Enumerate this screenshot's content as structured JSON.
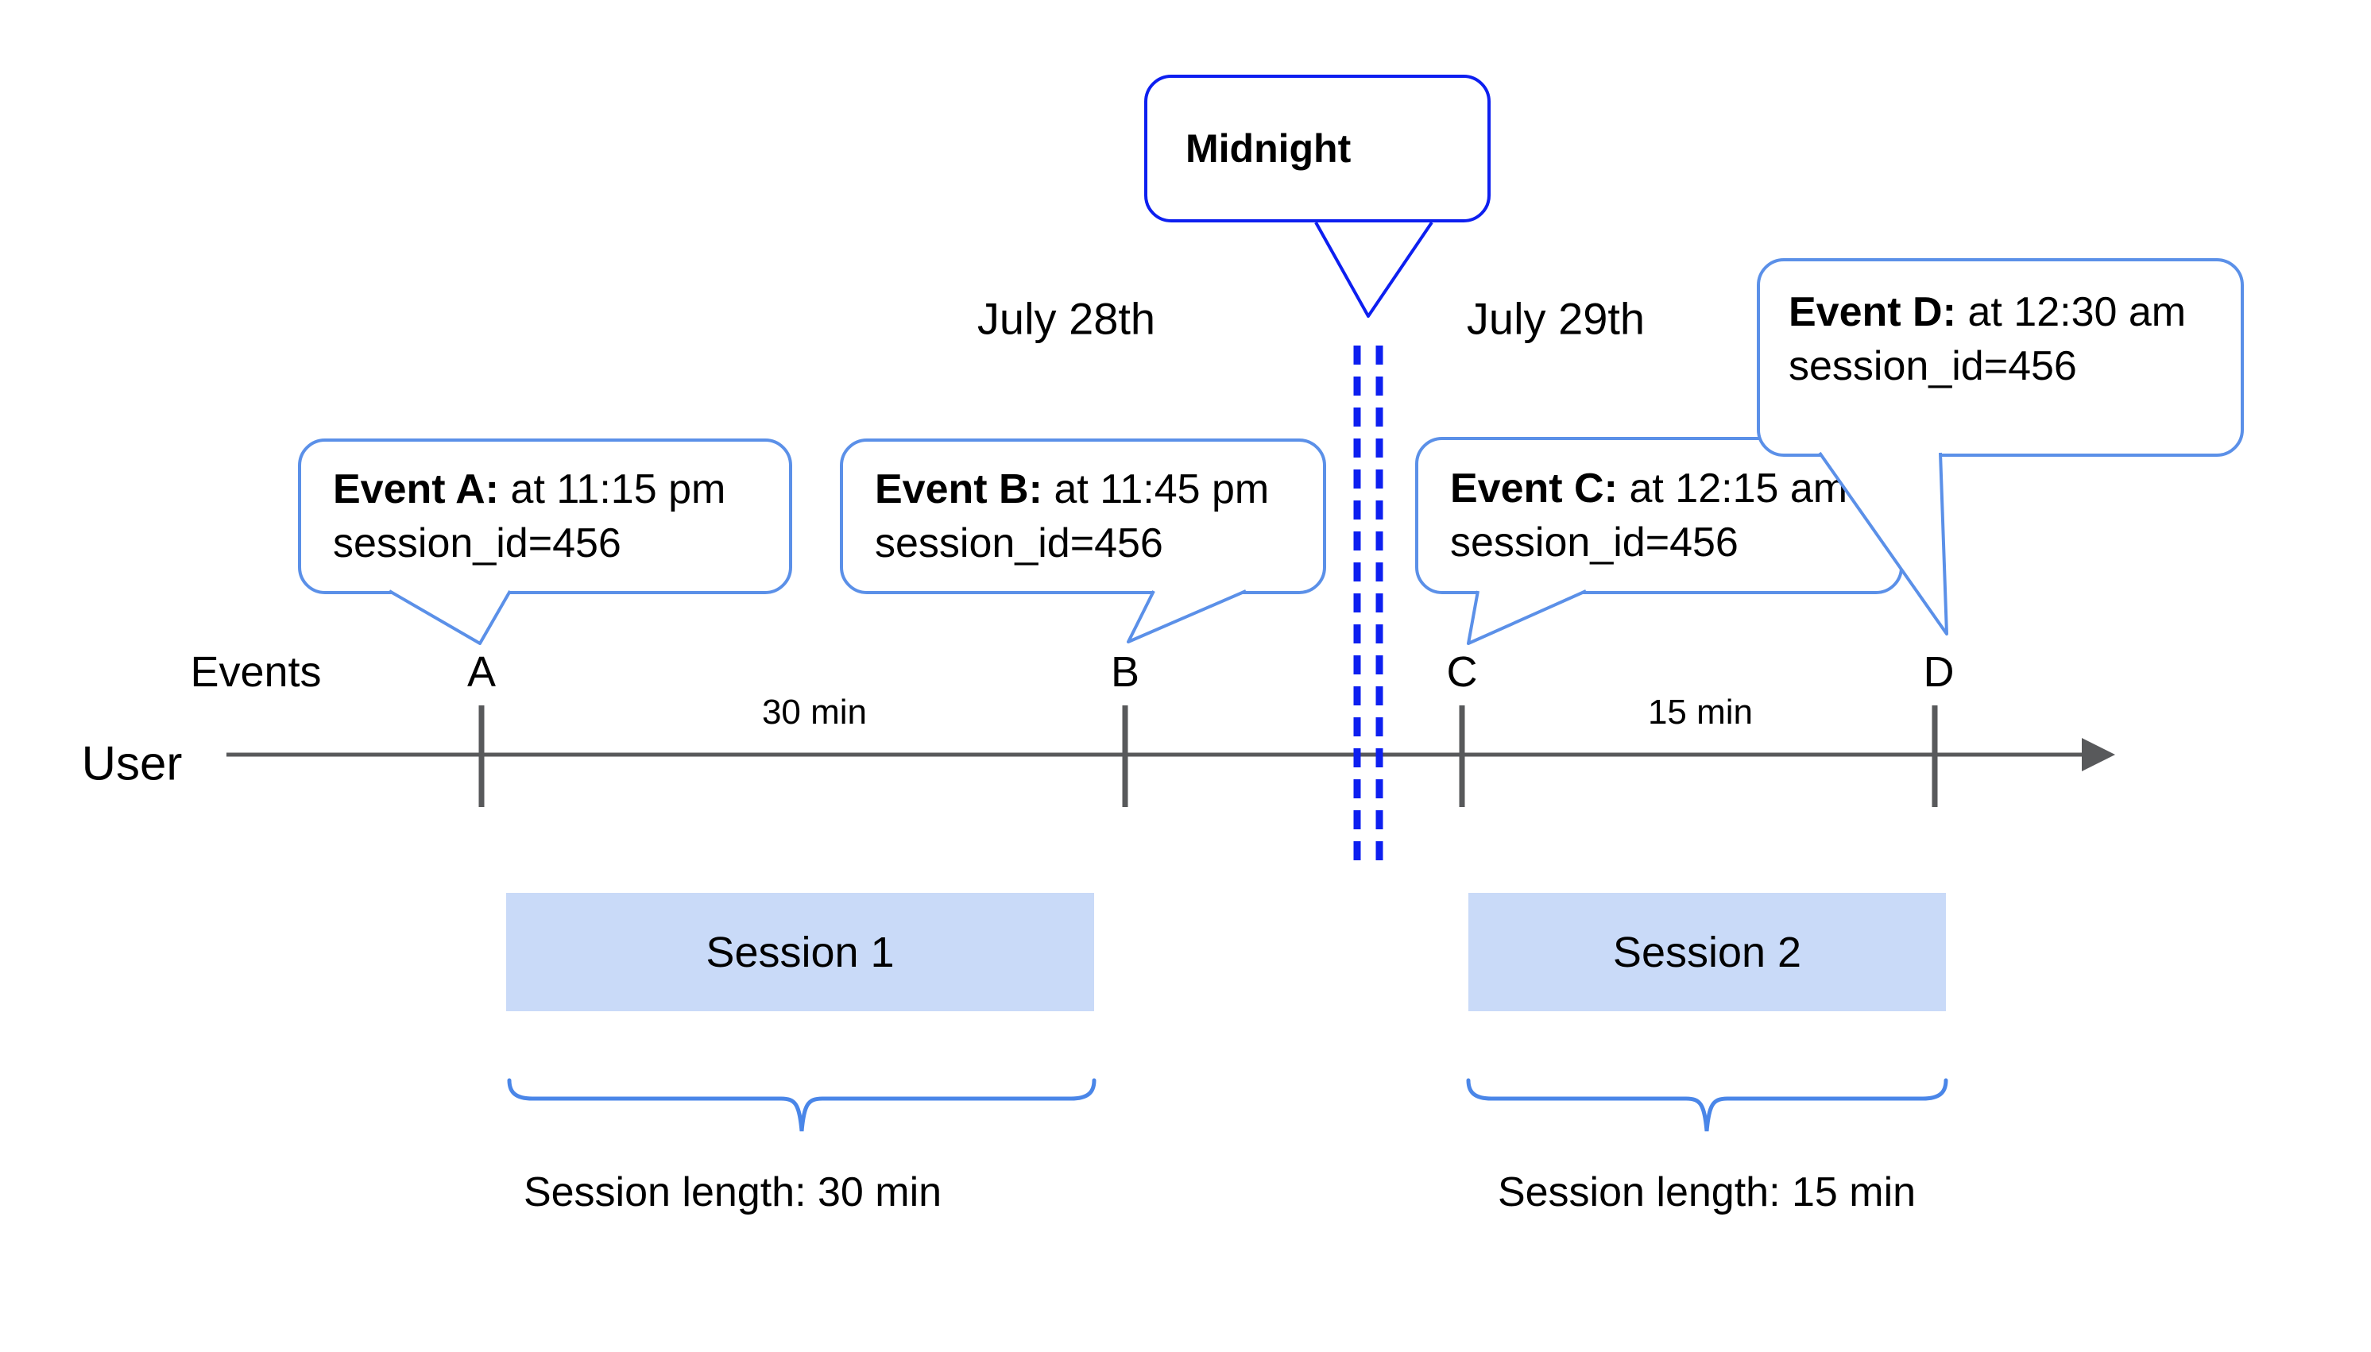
{
  "colors": {
    "midnight_blue": "#0d1ff0",
    "callout_border_blue": "#5b90e8",
    "brace_blue": "#4a86e8",
    "session_fill_blue": "#c9daf8",
    "axis_gray": "#58595b"
  },
  "midnight": {
    "label": "Midnight"
  },
  "dates": {
    "left": "July 28th",
    "right": "July 29th"
  },
  "axis": {
    "events_label": "Events",
    "user_label": "User"
  },
  "events": [
    {
      "letter": "A",
      "title": "Event A:",
      "time": "at 11:15 pm",
      "session": "session_id=456"
    },
    {
      "letter": "B",
      "title": "Event B:",
      "time": "at 11:45 pm",
      "session": "session_id=456"
    },
    {
      "letter": "C",
      "title": "Event C:",
      "time": "at 12:15 am",
      "session": "session_id=456"
    },
    {
      "letter": "D",
      "title": "Event D:",
      "time": "at 12:30 am",
      "session": "session_id=456"
    }
  ],
  "intervals": [
    {
      "label": "30 min"
    },
    {
      "label": "15 min"
    }
  ],
  "sessions": [
    {
      "name": "Session 1",
      "length_label": "Session length: 30 min"
    },
    {
      "name": "Session 2",
      "length_label": "Session length: 15 min"
    }
  ]
}
